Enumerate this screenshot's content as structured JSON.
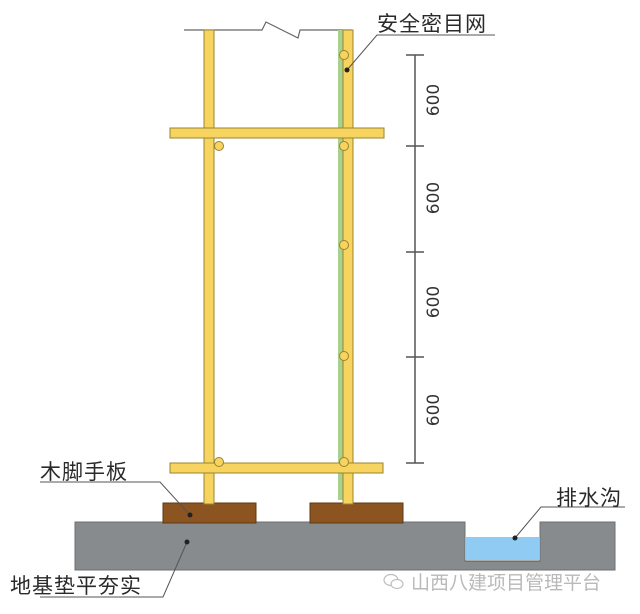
{
  "diagram": {
    "type": "scaffold section elevation",
    "labels": {
      "safety_net": "安全密目网",
      "wood_board": "木脚手板",
      "drainage_ditch": "排水沟",
      "compacted_base": "地基垫平夯实"
    },
    "dimensions": {
      "unit": "mm",
      "segments": [
        "600",
        "600",
        "600",
        "600"
      ]
    },
    "watermark": {
      "icon": "wechat-icon",
      "text": "山西八建项目管理平台"
    },
    "colors": {
      "pipe": "#F7D35F",
      "pipe_outline": "#9A8430",
      "net": "#A9D18E",
      "board": "#8B5420",
      "ground": "#878B8D",
      "water": "#8FCBF3",
      "line": "#555555",
      "watermark": "#B9B9B9"
    }
  }
}
